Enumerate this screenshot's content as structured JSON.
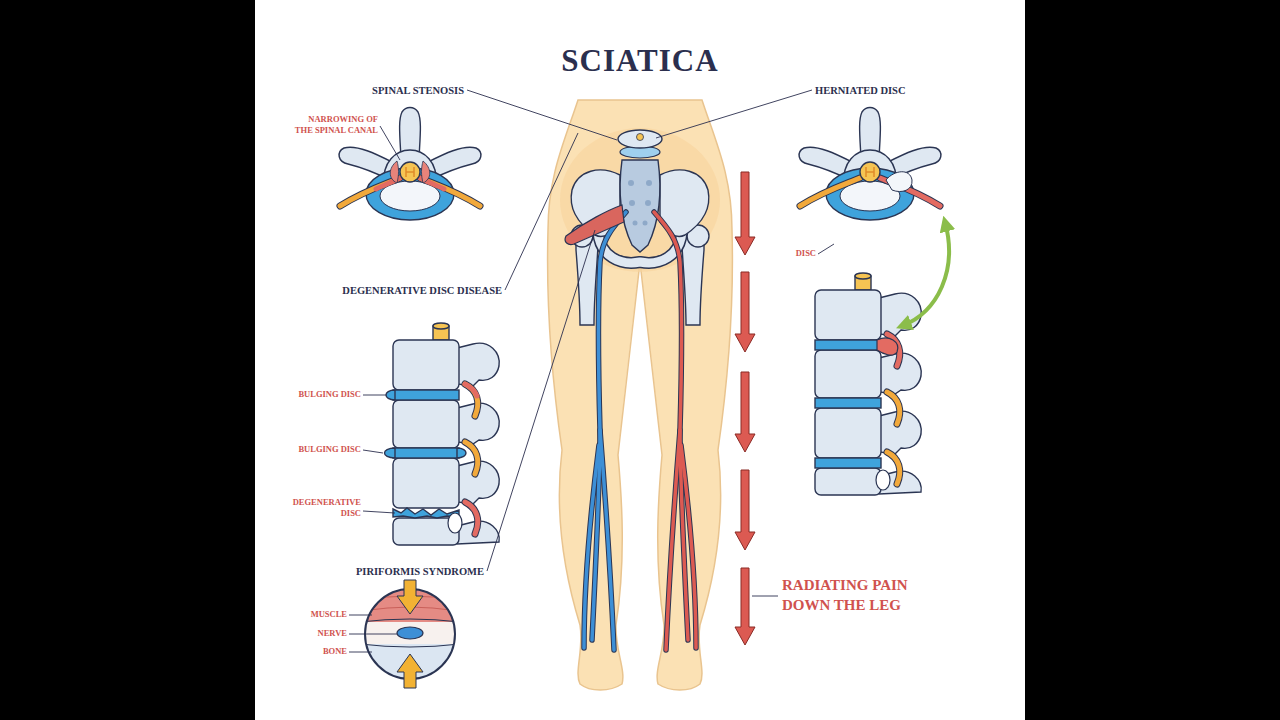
{
  "diagram": {
    "title": "SCIATICA",
    "labels": [
      "SPINAL STENOSIS",
      "NARROWING OF THE SPINAL CANAL",
      "HERNIATED DISC",
      "DISC",
      "DEGENERATIVE DISC DISEASE",
      "BULGING DISC",
      "BULGING DISC",
      "DEGENERATIVE DISC",
      "PIRIFORMIS SYNDROME",
      "MUSCLE",
      "NERVE",
      "BONE",
      "RADIATING PAIN DOWN THE LEG"
    ]
  }
}
